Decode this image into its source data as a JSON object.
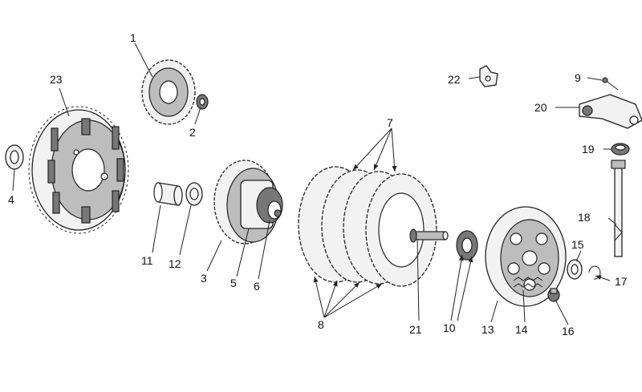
{
  "callouts": [
    {
      "id": "p1",
      "text": "1"
    },
    {
      "id": "p2",
      "text": "2"
    },
    {
      "id": "p3",
      "text": "3"
    },
    {
      "id": "p4",
      "text": "4"
    },
    {
      "id": "p5",
      "text": "5"
    },
    {
      "id": "p6",
      "text": "6"
    },
    {
      "id": "p7",
      "text": "7"
    },
    {
      "id": "p8",
      "text": "8"
    },
    {
      "id": "p9",
      "text": "9"
    },
    {
      "id": "p10",
      "text": "10"
    },
    {
      "id": "p11",
      "text": "11"
    },
    {
      "id": "p12",
      "text": "12"
    },
    {
      "id": "p13",
      "text": "13"
    },
    {
      "id": "p14",
      "text": "14"
    },
    {
      "id": "p15",
      "text": "15"
    },
    {
      "id": "p16",
      "text": "16"
    },
    {
      "id": "p17",
      "text": "17"
    },
    {
      "id": "p18",
      "text": "18"
    },
    {
      "id": "p19",
      "text": "19"
    },
    {
      "id": "p20",
      "text": "20"
    },
    {
      "id": "p21",
      "text": "21"
    },
    {
      "id": "p22",
      "text": "22"
    },
    {
      "id": "p23",
      "text": "23"
    }
  ]
}
